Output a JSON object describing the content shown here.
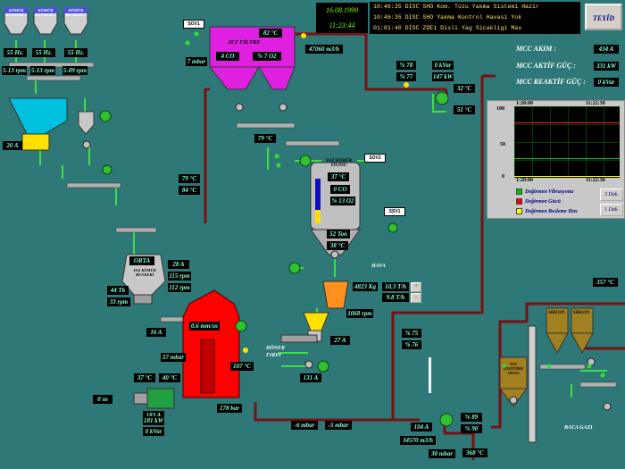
{
  "header": {
    "date": "16.08.1999",
    "time": "11:23:44",
    "alarms": [
      "10:46:35 DISC SHO Kom. Tozu Yakma Sistemi Hazir",
      "10:46:35 DISC SHO Yakma Kontrol Havasi Yok",
      "01:01:40 DISC ZDE1 Disli Yag  Sicakligi Max"
    ],
    "confirm_label": "TEYİD"
  },
  "mcc": {
    "current_label": "MCC AKIM :",
    "current_value": "434 A",
    "active_label": "MCC AKTİF GÜÇ :",
    "active_value": "331 kW",
    "reactive_label": "MCC REAKTİF GÜÇ :",
    "reactive_value": "0 kVar"
  },
  "trend": {
    "time_start": "1:20:00",
    "time_end": "11:22:30",
    "y_ticks": [
      "100",
      "50",
      "0"
    ],
    "legend": [
      {
        "name": "Değirmen Vibrasyonu",
        "color": "#00c000"
      },
      {
        "name": "Değirmen Gücü",
        "color": "#ff0000"
      },
      {
        "name": "Değirmen Besleme Hızı",
        "color": "#ffff00"
      }
    ],
    "btn_3": "3 Dak.",
    "btn_1": "1 Dak."
  },
  "bunkers": {
    "labels": [
      "KÖMÜR BUNKERİ 1",
      "KÖMÜR BUNKERİ 2",
      "KÖMÜR BUNKERİ 3"
    ],
    "hz": [
      "55 Hz.",
      "55 Hz.",
      "55 Hz."
    ],
    "rpm": [
      "5-13 rpm",
      "5-13 rpm",
      "5-09 rpm"
    ]
  },
  "values": {
    "crusher_amp": "20 A",
    "jet_temp_in": "79 °C",
    "jet_dp": "84 °C",
    "jet_filter_label": "JET FİLTRE",
    "jet_co": "4 CO",
    "jet_o2": "% 7 O2",
    "jet_top_temp": "82 °C",
    "jet_flow": "47060 m3/h",
    "jet_press": "7 mbar",
    "jet_out_temp": "79 °C",
    "fan_pct1": "% 78",
    "fan_pct2": "% 77",
    "fan_kvar": "0 kVar",
    "fan_kw": "147 kW",
    "fan_t1": "32 °C",
    "fan_t2": "51 °C",
    "silo_label": "TOZ KÖMÜR SİLOSU",
    "silo_temp1": "37 °C",
    "silo_co": "0 CO",
    "silo_o2": "% 13 O2",
    "silo_ton": "52 Ton",
    "silo_temp2": "38 °C",
    "hava": "HAVA",
    "tag_top": "SOV1",
    "tag_silo": "SOV2",
    "tag_right": "SSV1",
    "feed_kg": "4823 Kg",
    "feed_th": "10.3 T/h",
    "feed_set": "9.8 T/h",
    "feed_rpm": "1068 rpm",
    "feed_amp": "27 A",
    "doner_firin": "DÖNER FIRIN",
    "blower_amp": "131 A",
    "wet_bunker": "YAŞ KÖMÜR BUNKERİ",
    "wet_level": "ORTA",
    "wet_amp": "28 A",
    "wet_rpm1": "115 rpm",
    "wet_rpm2": "112 rpm",
    "wet_amp2": "44 Tk",
    "wet_rpm3": "33 rpm",
    "belt_amp": "16 A",
    "mill_vib": "0.6 mm/sn",
    "mill_press": "57 mbar",
    "mill_temp": "107 °C",
    "mill_out": "178 bar",
    "motor_t1": "37 °C",
    "motor_t2": "40 °C",
    "motor_amp": "183 A",
    "motor_kw": "181 kW",
    "motor_kvar": "0 kVar",
    "motor_sn": "0 sn",
    "hot_pct1": "% 75",
    "hot_pct2": "% 76",
    "duct_p1": "-6 mbar",
    "duct_p2": "-5 mbar",
    "bottom_amp": "104 A",
    "bottom_flow": "34570 m3/h",
    "bottom_press": "30 mbar",
    "hot_fan_pct1": "% 89",
    "hot_fan_pct2": "% 90",
    "hot_fan_temp": "368 °C",
    "right_temp": "357 °C",
    "cyclone1": "SİKLON",
    "cyclone2": "SİKLON",
    "cooler": "TOZ ÇÖKTÜRME ODASI",
    "baca_gazi": "BACA GAZI"
  },
  "colors": {
    "background": "#2e7878",
    "pipe": "#7a1010",
    "air_pipe": "#40e040",
    "jet_filter": "#e020e0",
    "mill": "#ff0000",
    "readout_text": "#7fffd4"
  }
}
